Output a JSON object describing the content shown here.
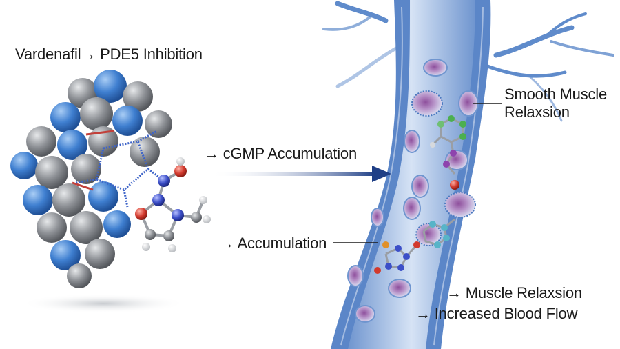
{
  "labels": {
    "title": "Vardenafil→ PDE5 Inhibition",
    "cgmp": "→ cGMP Accumulation",
    "accumulation": "→ Accumulation",
    "smooth_muscle_line1": "Smooth Muscle",
    "smooth_muscle_line2": "Relaxsion",
    "muscle_relaxsion": "→ Muscle Relaxsion",
    "blood_flow": "→ Increased Blood Flow"
  },
  "colors": {
    "vessel_dark": "#4a78bf",
    "vessel_light": "#c9daf2",
    "atom_blue": "#3f7fd0",
    "atom_gray": "#8c8f94",
    "oxygen_red": "#d23a2e",
    "nitrogen_blue": "#3c4fc8",
    "arrow_navy": "#1f3f86",
    "cell_purple": "#9c5fa8"
  }
}
